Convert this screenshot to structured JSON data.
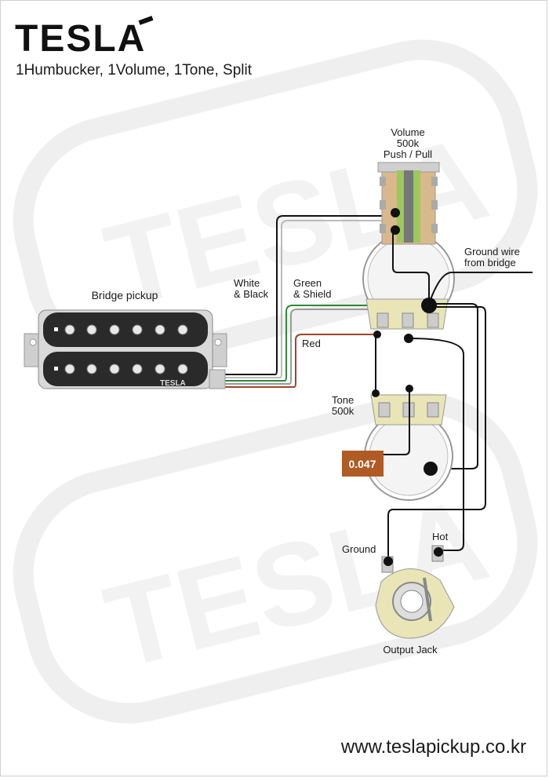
{
  "brand": {
    "name": "TESLA"
  },
  "subtitle": "1Humbucker, 1Volume, 1Tone, Split",
  "website": "www.teslapickup.co.kr",
  "labels": {
    "bridge_pickup": "Bridge pickup",
    "pickup_brand": "TESLA",
    "white_black_1": "White",
    "white_black_2": "& Black",
    "green_shield_1": "Green",
    "green_shield_2": "& Shield",
    "red": "Red",
    "volume_1": "Volume",
    "volume_2": "500k",
    "volume_3": "Push / Pull",
    "ground_wire_1": "Ground wire",
    "ground_wire_2": "from bridge",
    "tone_1": "Tone",
    "tone_2": "500k",
    "capacitor": "0.047",
    "ground": "Ground",
    "hot": "Hot",
    "output_jack": "Output Jack"
  },
  "colors": {
    "wire": "#111111",
    "green_wire": "#2e8b3a",
    "red_wire": "#a0442a",
    "capacitor": "#b05a24",
    "pickup_body": "#2a2a2a",
    "watermark": "#f1f1f1"
  }
}
